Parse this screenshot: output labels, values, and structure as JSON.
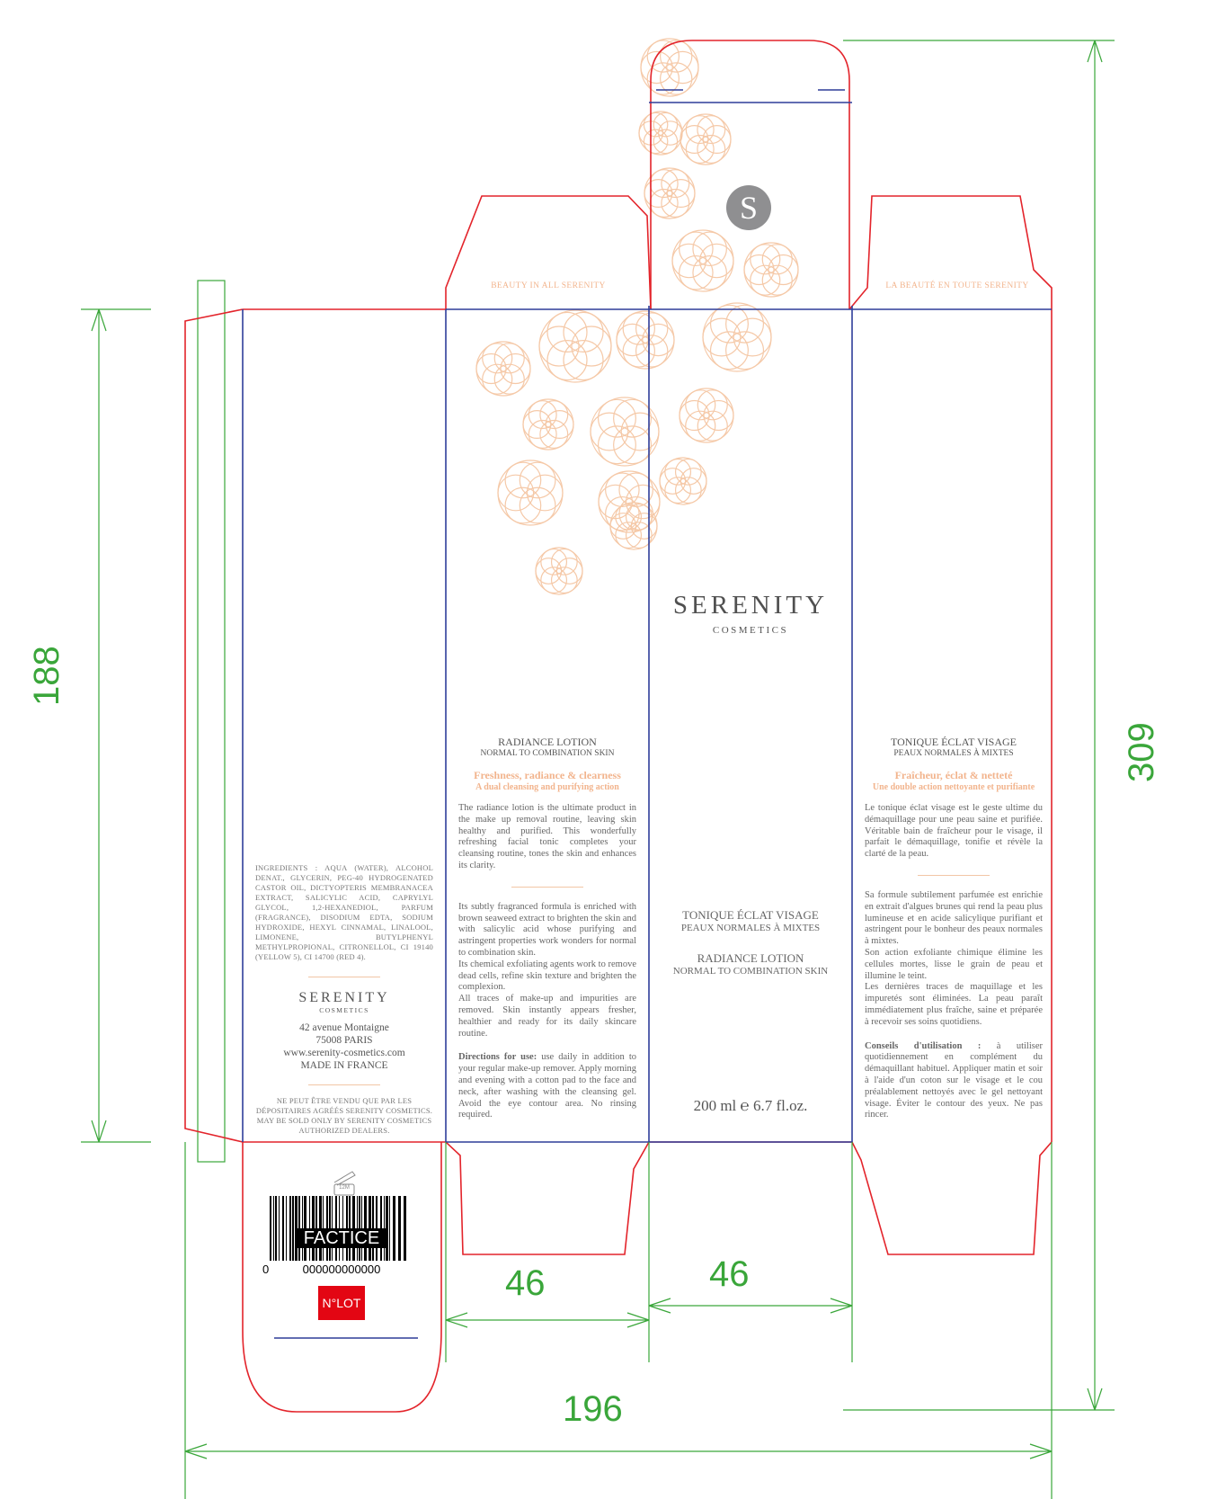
{
  "dimensions": {
    "total_width": "196",
    "height": "188",
    "total_height": "309",
    "face_width_1": "46",
    "face_width_2": "46"
  },
  "front": {
    "brand": "SERENITY",
    "brand_sub": "COSMETICS",
    "fr_title": "TONIQUE ÉCLAT VISAGE",
    "fr_sub": "PEAUX NORMALES À MIXTES",
    "en_title": "RADIANCE LOTION",
    "en_sub": "NORMAL TO COMBINATION SKIN",
    "volume_ml": "200 ml",
    "volume_e": "℮",
    "volume_oz": "6.7 fl.oz."
  },
  "top_badge_letter": "S",
  "flap_left_slogan": "BEAUTY IN ALL SERENITY",
  "flap_right_slogan": "LA BEAUTÉ EN TOUTE SERENITY",
  "en_panel": {
    "title": "RADIANCE LOTION",
    "subtitle": "NORMAL TO COMBINATION SKIN",
    "tagline": "Freshness, radiance & clearness",
    "tagline2": "A dual cleansing and purifying action",
    "para1": "The radiance lotion is the ultimate product in the make up removal routine, leaving skin healthy and purified. This wonderfully refreshing facial tonic completes your cleansing routine, tones the skin and enhances its clarity.",
    "para2": "Its subtly fragranced formula is enriched with brown seaweed extract to brighten the skin and with salicylic acid whose purifying and astringent properties work wonders for normal to combination skin.",
    "para3": "Its chemical exfoliating agents work to remove dead cells, refine skin texture and brighten the complexion.",
    "para4": "All traces of make-up and impurities are removed. Skin instantly appears fresher, healthier and ready for its daily skincare routine.",
    "directions_label": "Directions for use:",
    "directions": " use daily in addition to your regular make-up remover. Apply morning and evening with a cotton pad to the face and neck, after washing with the cleansing  gel. Avoid the eye contour area. No rinsing required."
  },
  "fr_panel": {
    "title": "TONIQUE ÉCLAT VISAGE",
    "subtitle": "PEAUX NORMALES À MIXTES",
    "tagline": "Fraîcheur, éclat & netteté",
    "tagline2": "Une double action nettoyante et purifiante",
    "para1": "Le tonique éclat visage est le geste ultime du démaquillage pour une peau saine et purifiée. Véritable bain de fraîcheur pour le visage, il parfait le démaquillage, tonifie et révèle la clarté de la peau.",
    "para2": "Sa formule subtilement parfumée est enrichie en extrait d'algues brunes qui rend la peau plus lumineuse et en acide salicylique purifiant et astringent pour le bonheur des peaux normales à mixtes.",
    "para3": "Son action exfoliante chimique élimine les cellules mortes, lisse le grain de peau et illumine le teint.",
    "para4": "Les dernières traces de maquillage et les impuretés sont éliminées. La peau paraît immédiatement plus fraîche, saine et préparée à recevoir ses soins quotidiens.",
    "directions_label": "Conseils d'utilisation :",
    "directions": " à utiliser quotidiennement en complément du démaquillant habituel. Appliquer matin et soir à l'aide d'un coton sur le visage et le cou préalablement nettoyés avec le gel nettoyant visage. Éviter le contour des yeux. Ne pas rincer."
  },
  "side_panel": {
    "ingredients": "INGREDIENTS : AQUA (WATER), ALCOHOL DENAT., GLYCERIN, PEG-40 HYDROGENATED CASTOR OIL, DICTYOPTERIS MEMBRANACEA EXTRACT, SALICYLIC ACID, CAPRYLYL GLYCOL, 1,2-HEXANEDIOL, PARFUM (FRAGRANCE), DISODIUM EDTA, SODIUM HYDROXIDE, HEXYL CINNAMAL, LINALOOL, LIMONENE, BUTYLPHENYL METHYLPROPIONAL, CITRONELLOL, CI 19140 (YELLOW 5), CI 14700 (RED 4).",
    "brand": "SERENITY",
    "brand_sub": "COSMETICS",
    "address1": "42 avenue Montaigne",
    "address2": "75008 PARIS",
    "website": "www.serenity-cosmetics.com",
    "made_in": "MADE IN FRANCE",
    "notice1": "NE PEUT ÊTRE VENDU QUE PAR LES DÉPOSITAIRES AGRÉÉS SERENITY COSMETICS.",
    "notice2": "MAY BE SOLD ONLY BY SERENITY COSMETICS AUTHORIZED DEALERS."
  },
  "bottom": {
    "pao": "12M",
    "barcode_label": "FACTICE",
    "barcode_lead": "0",
    "barcode_number": "000000000000",
    "lot_label": "N°LOT"
  },
  "colors": {
    "cut_line": "#e3242b",
    "fold_line": "#2e3d99",
    "dimension": "#3aa63a",
    "accent": "#f2b48d",
    "lot_bg": "#e30613",
    "badge": "#8f8f91"
  }
}
